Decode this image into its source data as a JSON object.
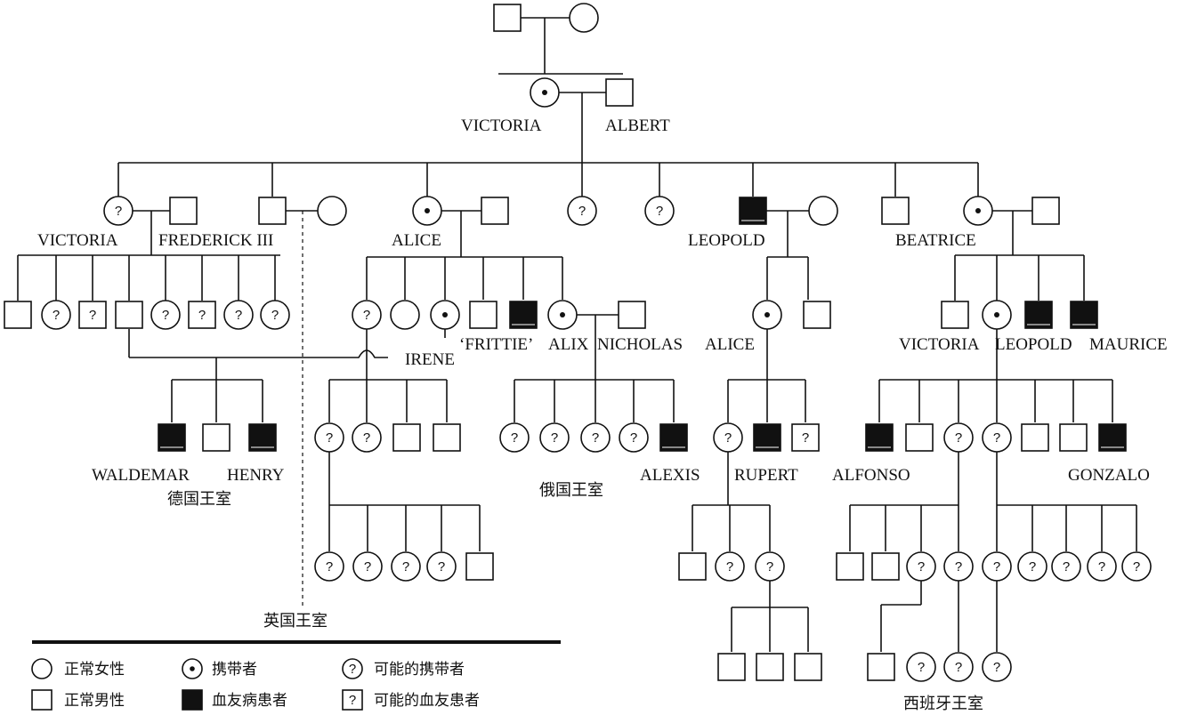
{
  "names": {
    "victoria_queen": "VICTORIA",
    "albert": "ALBERT",
    "victoria_princess": "VICTORIA",
    "frederick": "FREDERICK III",
    "alice": "ALICE",
    "leopold": "LEOPOLD",
    "beatrice": "BEATRICE",
    "irene": "IRENE",
    "frittie": "‘FRITTIE’",
    "alix": "ALIX",
    "nicholas": "NICHOLAS",
    "alice2": "ALICE",
    "victoria_eugenie": "VICTORIA",
    "leopold2": "LEOPOLD",
    "maurice": "MAURICE",
    "waldemar": "WALDEMAR",
    "henry": "HENRY",
    "alexis": "ALEXIS",
    "rupert": "RUPERT",
    "alfonso": "ALFONSO",
    "gonzalo": "GONZALO"
  },
  "houses": {
    "german": "德国王室",
    "russian": "俄国王室",
    "british": "英国王室",
    "spanish": "西班牙王室"
  },
  "legend": [
    {
      "symbol": "normal-female",
      "label": "正常女性"
    },
    {
      "symbol": "carrier",
      "label": "携带者"
    },
    {
      "symbol": "possible-carrier",
      "label": "可能的携带者"
    },
    {
      "symbol": "normal-male",
      "label": "正常男性"
    },
    {
      "symbol": "affected-male",
      "label": "血友病患者"
    },
    {
      "symbol": "possible-affected",
      "label": "可能的血友患者"
    }
  ],
  "question_mark": "?"
}
